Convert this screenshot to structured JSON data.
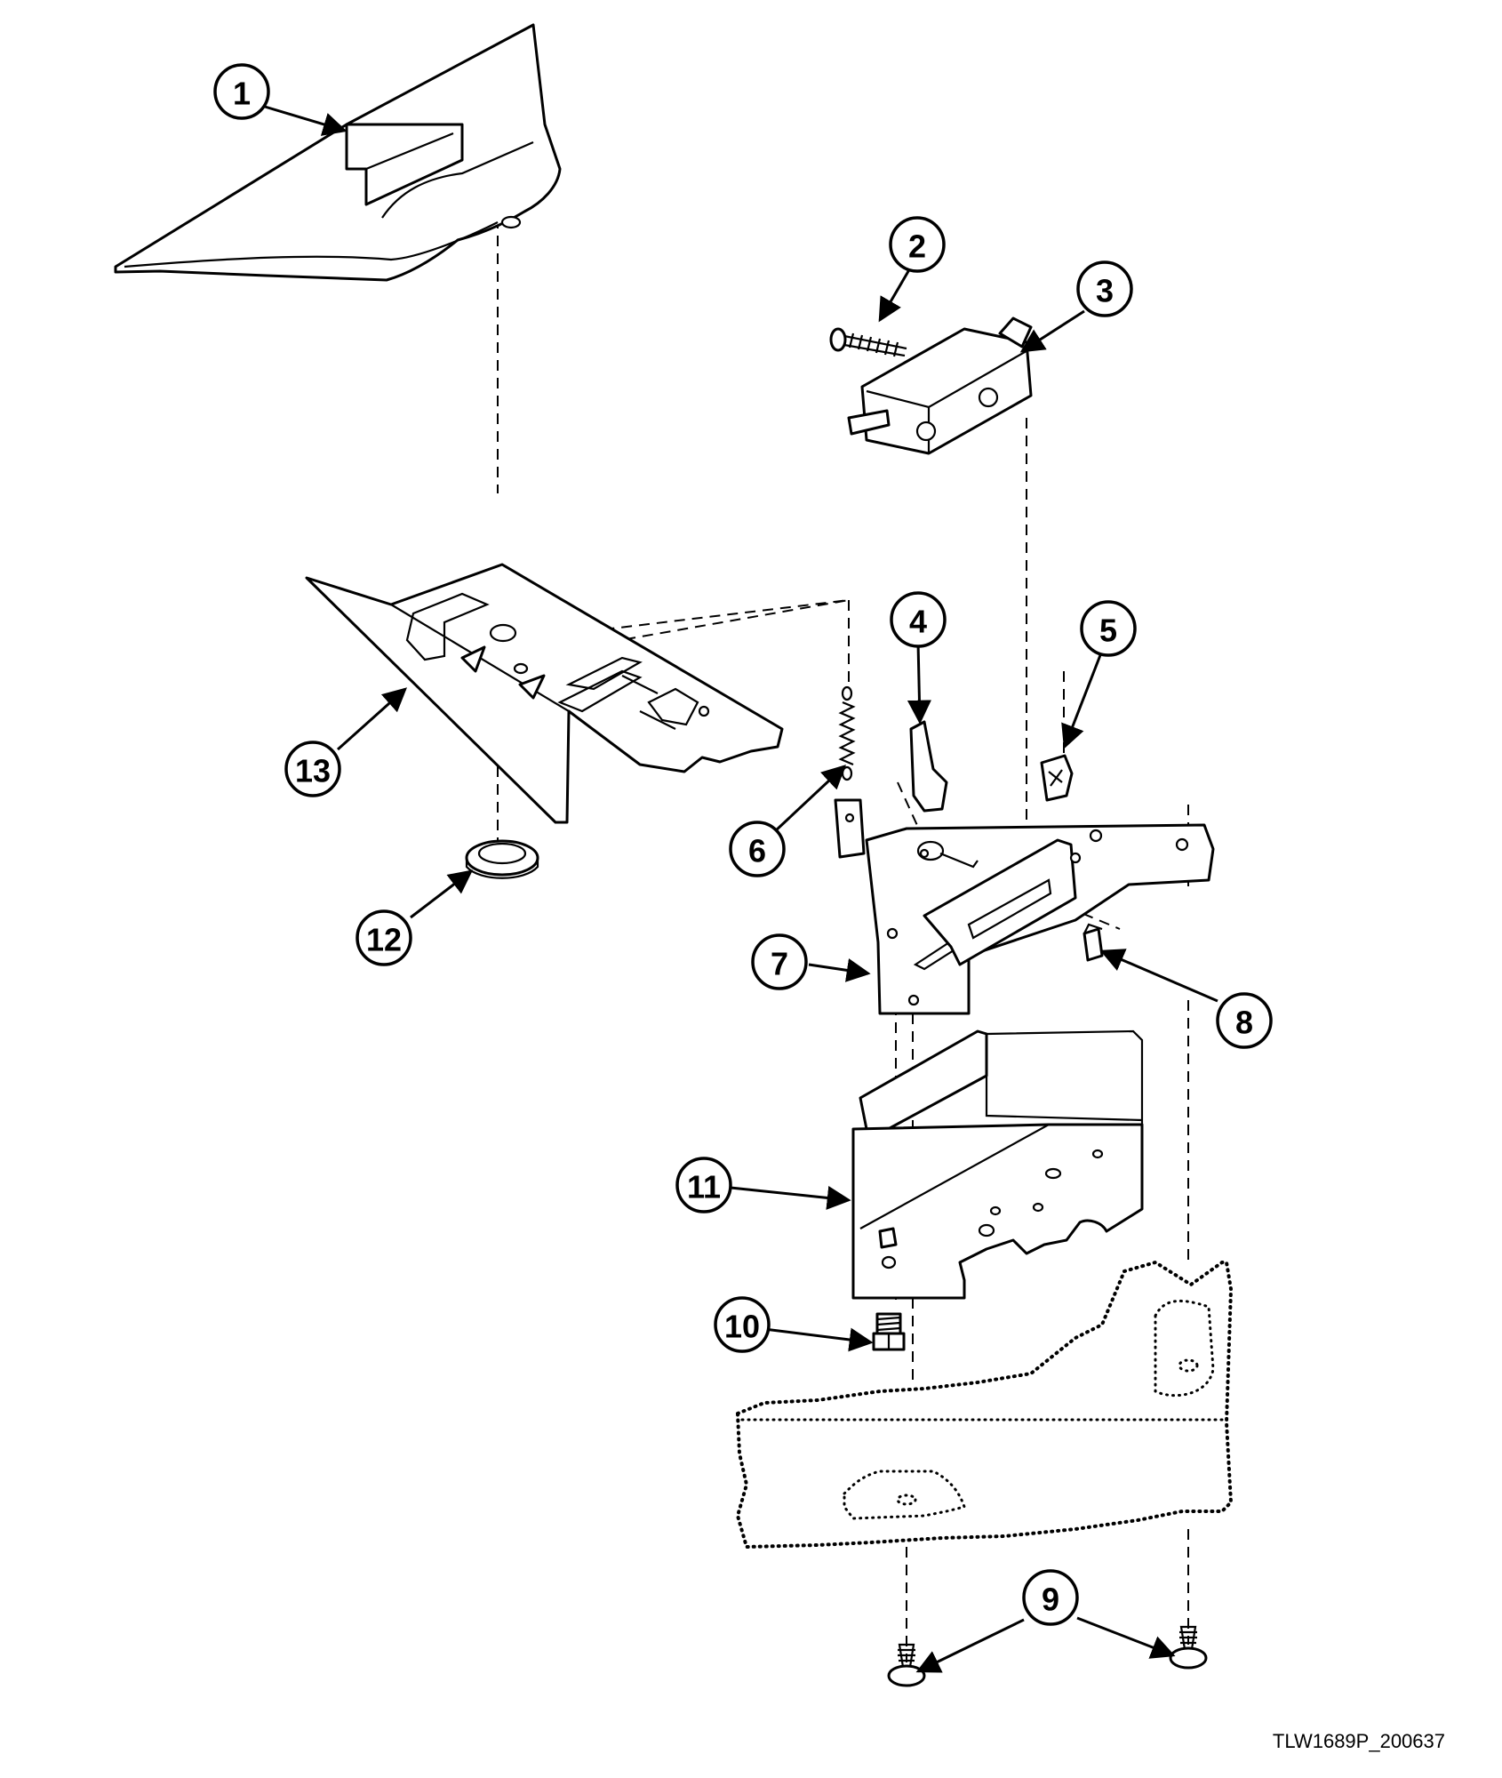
{
  "callouts": [
    {
      "id": "c1",
      "label": "1",
      "part": "agitator-cover"
    },
    {
      "id": "c2",
      "label": "2",
      "part": "screw"
    },
    {
      "id": "c3",
      "label": "3",
      "part": "lid-switch"
    },
    {
      "id": "c4",
      "label": "4",
      "part": "actuator-clip"
    },
    {
      "id": "c5",
      "label": "5",
      "part": "speed-nut"
    },
    {
      "id": "c6",
      "label": "6",
      "part": "spring"
    },
    {
      "id": "c7",
      "label": "7",
      "part": "switch-bracket"
    },
    {
      "id": "c8",
      "label": "8",
      "part": "clip"
    },
    {
      "id": "c9",
      "label": "9",
      "part": "screws"
    },
    {
      "id": "c10",
      "label": "10",
      "part": "bolt"
    },
    {
      "id": "c11",
      "label": "11",
      "part": "mounting-bracket"
    },
    {
      "id": "c12",
      "label": "12",
      "part": "grommet"
    },
    {
      "id": "c13",
      "label": "13",
      "part": "shield"
    }
  ],
  "drawing_code": "TLW1689P_200637"
}
